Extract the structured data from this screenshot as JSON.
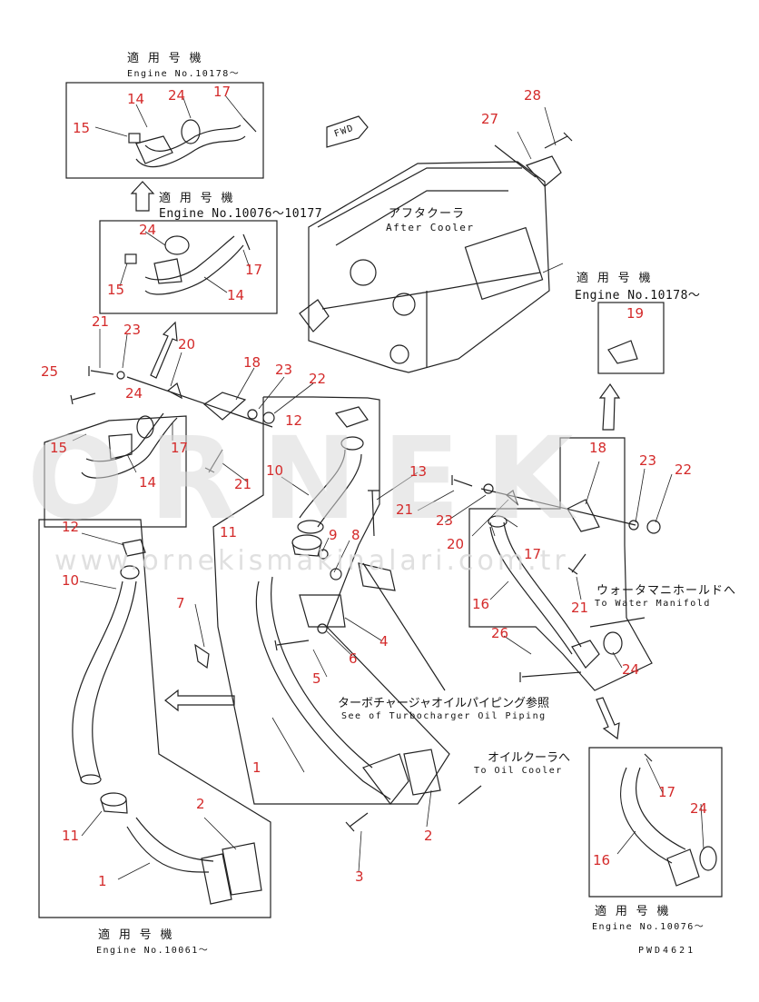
{
  "watermark": {
    "brand": "ORNEK",
    "url": "www.ornekismakinalari.com.tr"
  },
  "fwd_label": "FWD",
  "aftercooler": {
    "jp": "アフタクーラ",
    "en": "After Cooler"
  },
  "insets": {
    "top1": {
      "jp": "適 用 号 機",
      "en": "Engine No.10178～"
    },
    "top2": {
      "jp": "適 用 号 機",
      "en": "Engine No.10076～10177"
    },
    "right": {
      "jp": "適 用 号 機",
      "en": "Engine No.10178～"
    },
    "bottom_left": {
      "jp": "適 用 号 機",
      "en": "Engine No.10061～"
    },
    "bottom_right": {
      "jp": "適 用 号 機",
      "en": "Engine No.10076～"
    }
  },
  "notes": {
    "water_manifold": {
      "jp": "ウォータマニホールドへ",
      "en": "To Water Manifold"
    },
    "turbo": {
      "jp": "ターボチャージャオイルパイピング参照",
      "en": "See of Turbocharger Oil Piping"
    },
    "oil_cooler": {
      "jp": "オイルクーラへ",
      "en": "To Oil Cooler"
    }
  },
  "drawing_code": "PWD4621",
  "part_numbers": [
    "1",
    "2",
    "3",
    "4",
    "5",
    "6",
    "7",
    "8",
    "9",
    "10",
    "11",
    "12",
    "13",
    "14",
    "15",
    "16",
    "17",
    "18",
    "19",
    "20",
    "21",
    "22",
    "23",
    "24",
    "25",
    "26",
    "27",
    "28"
  ]
}
